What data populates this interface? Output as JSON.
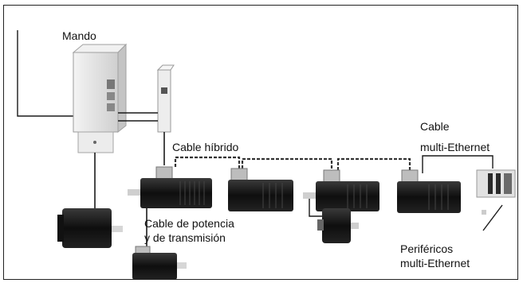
{
  "labels": {
    "controller": "Mando",
    "hybrid_cable": "Cable híbrido",
    "power_cable_line1": "Cable de potencia",
    "power_cable_line2": "y de transmisión",
    "multi_ethernet_cable_line1": "Cable",
    "multi_ethernet_cable_line2": "multi-Ethernet",
    "peripherals_line1": "Periféricos",
    "peripherals_line2": "multi-Ethernet"
  },
  "colors": {
    "frame": "#222222",
    "cable": "#1a1a1a",
    "hybrid_cable": "#333333",
    "cabinet": "#e8e8e8",
    "motor_body": "#151515",
    "motor_shaft": "#d6d6d6"
  }
}
